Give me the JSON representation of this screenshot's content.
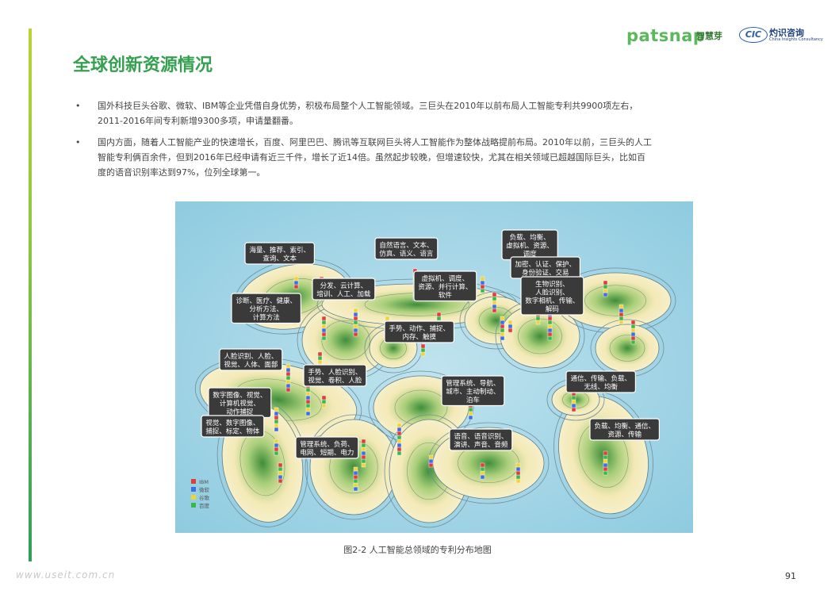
{
  "header": {
    "logo_patsnap": "patsnap",
    "logo_patsnap_cn": "智慧芽",
    "logo_cic": "CIC",
    "logo_cic_cn": "灼识咨询",
    "logo_cic_en": "China Insights Consultancy"
  },
  "page_title": "全球创新资源情况",
  "bullets": [
    {
      "marker": "•",
      "lines": [
        "国外科技巨头谷歌、微软、IBM等企业凭借自身优势，积极布局整个人工智能领域。三巨头在2010年以前布局人工智能专利共9900项左右，",
        "2011-2016年间专利新增9300多项，申请量翻番。"
      ]
    },
    {
      "marker": "•",
      "lines": [
        "国内方面，随着人工智能产业的快速增长，百度、阿里巴巴、腾讯等互联网巨头将人工智能作为整体战略提前布局。2010年以前，三巨头的人工",
        "智能专利俩百余件，但到2016年已经申请有近三千件，增长了近14倍。虽然起步较晚，但增速较快，尤其在相关领域已超越国际巨头，比如百",
        "度的语音识别率达到97%，位列全球第一。"
      ]
    }
  ],
  "map": {
    "labels": [
      {
        "lines": [
          "海量、推荐、索引、",
          "查询、文本"
        ]
      },
      {
        "lines": [
          "自然语言、文本、",
          "仿真、语义、语言"
        ]
      },
      {
        "lines": [
          "负载、均衡、",
          "虚拟机、资源、",
          "调度"
        ]
      },
      {
        "lines": [
          "加密、认证、保护、",
          "身份验证、交易"
        ]
      },
      {
        "lines": [
          "分发、云计算、",
          "培训、人工、加载"
        ]
      },
      {
        "lines": [
          "虚拟机、调度、",
          "资源、并行计算、",
          "软件"
        ]
      },
      {
        "lines": [
          "生物识别、",
          "人脸识别、",
          "数字相机、传输、",
          "解码"
        ]
      },
      {
        "lines": [
          "诊断、医疗、健康、",
          "分析方法、",
          "计算方法"
        ]
      },
      {
        "lines": [
          "手势、动作、捕捉、",
          "内存、触摸"
        ]
      },
      {
        "lines": [
          "人脸识别、人脸、",
          "视觉、人体、面部"
        ]
      },
      {
        "lines": [
          "手势、人脸识别、",
          "视觉、卷积、人脸"
        ]
      },
      {
        "lines": [
          "管理系统、导航、",
          "城市、主动制动、",
          "泊车"
        ]
      },
      {
        "lines": [
          "通信、传输、负载、",
          "无线、均衡"
        ]
      },
      {
        "lines": [
          "数字图像、视觉、",
          "计算机视觉、",
          "动作捕捉"
        ]
      },
      {
        "lines": [
          "视觉、数字图像、",
          "捕捉、标定、物体"
        ]
      },
      {
        "lines": [
          "负载、均衡、通信、",
          "资源、传输"
        ]
      },
      {
        "lines": [
          "语音、语音识别、",
          "演讲、声音、音频"
        ]
      },
      {
        "lines": [
          "管理系统、负荷、",
          "电网、短期、电力"
        ]
      }
    ],
    "legend": [
      {
        "name": "IBM",
        "color": "#e23b3b"
      },
      {
        "name": "微软",
        "color": "#3b6fe2"
      },
      {
        "name": "谷歌",
        "color": "#f2d23b"
      },
      {
        "name": "百度",
        "color": "#3bb84a"
      }
    ]
  },
  "caption": "图2-2 人工智能总领域的专利分布地图",
  "page_number": "91",
  "watermark": "www.useit.com.cn"
}
